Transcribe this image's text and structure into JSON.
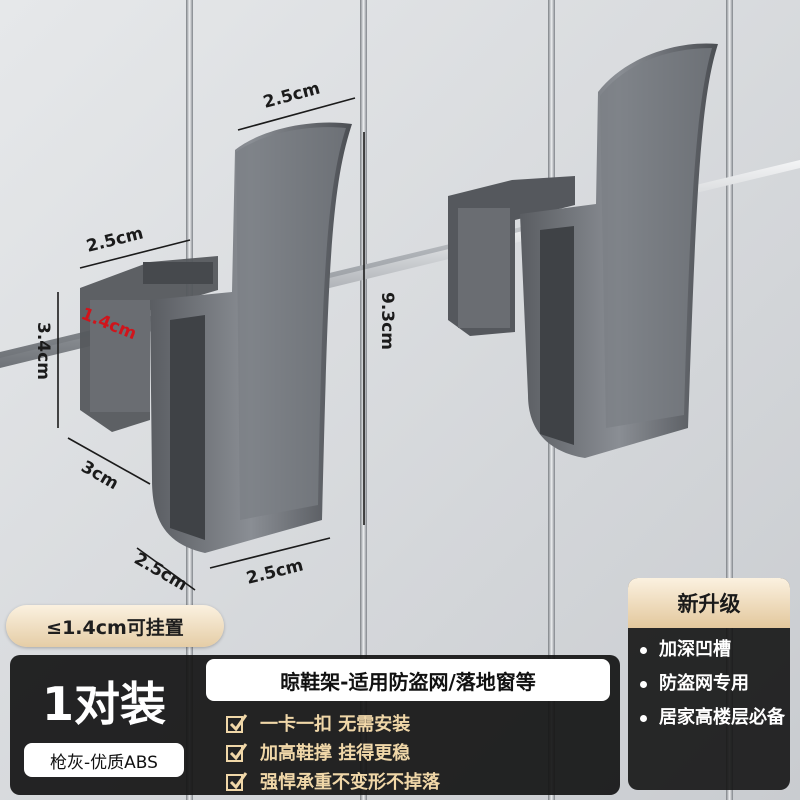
{
  "dimensions": {
    "hook_width_top": "2.5cm",
    "clip_width": "2.5cm",
    "slot_width": "1.4cm",
    "clip_height": "3.4cm",
    "clip_depth": "3cm",
    "base_depth": "2.5cm",
    "base_width": "2.5cm",
    "total_height": "9.3cm"
  },
  "hang_note": "≤1.4cm可挂置",
  "product": {
    "quantity": "1对装",
    "material": "枪灰-优质ABS",
    "headline": "晾鞋架-适用防盗网/落地窗等"
  },
  "features": [
    "一卡一扣 无需安装",
    "加高鞋撑 挂得更稳",
    "强悍承重不变形不掉落"
  ],
  "upgrade": {
    "title": "新升级",
    "items": [
      "加深凹槽",
      "防盗网专用",
      "居家高楼层必备"
    ]
  },
  "colors": {
    "accent_gold": "#e5cda6",
    "highlight_red": "#d0141b",
    "panel_dark": "#141414",
    "feature_text": "#f0d7a8"
  }
}
